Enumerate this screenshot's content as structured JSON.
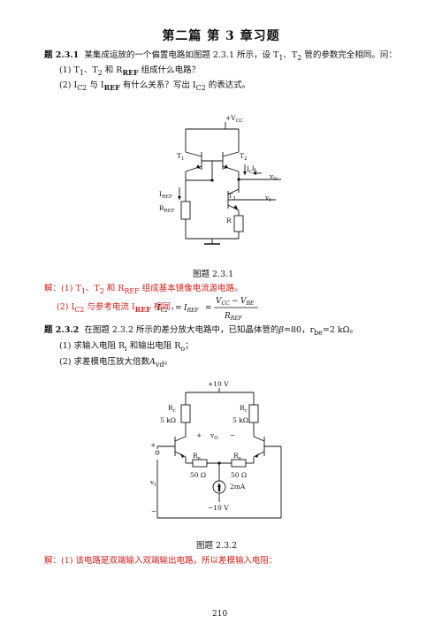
{
  "title": "第二篇   第 3 章习题",
  "p231": {
    "num": "题 2.3.1",
    "stem": "某集成运放的一个偏置电路如图题 2.3.1 所示，设 T",
    "stem2": "、T",
    "stem3": " 管的参数完全相同。问：",
    "q1": "(1) T",
    "q1b": "、T",
    "q1c": " 和 R",
    "q1d": " 组成什么电路？",
    "q2": "(2) I",
    "q2b": " 与 I",
    "q2c": " 有什么关系？写出 I",
    "q2d": " 的表达式。",
    "caption": "图题 2.3.1",
    "ans1a": "解：(1)  T",
    "ans1b": "、T",
    "ans1c": " 和 R",
    "ans1d": " 组成基本镜像电流源电路。",
    "ans2a": "(2) I",
    "ans2b": " 与参考电流 I",
    "ans2c": " 相同，",
    "sub1": "1",
    "sub2": "2",
    "subREF": "REF",
    "subC2": "C2"
  },
  "circuit1": {
    "vcc": "+V",
    "vcc_sub": "CC",
    "t1": "T",
    "t1_sub": "1",
    "t2": "T",
    "t2_sub": "2",
    "t3": "T",
    "t3_sub": "3",
    "ic2": "I",
    "ic2_sub": "C2",
    "il": "i",
    "il_sub": "L",
    "vo": "v",
    "vo_sub": "O",
    "vi": "v",
    "vi_sub": "I",
    "iref": "I",
    "iref_sub": "REF",
    "rref": "R",
    "rref_sub": "REF",
    "r": "R"
  },
  "formula": {
    "lhs": "I",
    "lhs_sub": "C2",
    "eq1": "=",
    "mid": "I",
    "mid_sub": "REF",
    "eq2": "=",
    "num1": "V",
    "num1_sub": "CC",
    "minus": "−",
    "num2": "V",
    "num2_sub": "BE",
    "den": "R",
    "den_sub": "REF"
  },
  "p232": {
    "num": "题 2.3.2",
    "stem": "在图题 2.3.2 所示的差分放大电路中，已知晶体管的",
    "beta": "β",
    "stem2": "=80，r",
    "rbe_sub": "be",
    "stem3": "=2 kΩ。",
    "q1": "(1)  求输入电阻 R",
    "q1_sub": "i",
    "q1b": " 和输出电阻 R",
    "q1_sub2": "o",
    "q1c": "；",
    "q2": "(2)  求差模电压放大倍数",
    "q2_sym": "A",
    "q2_sub": "vd",
    "q2c": "。",
    "caption": "图题  2.3.2",
    "ans1": "解：(1)  该电路是双端输入双端输出电路，所以差模输入电阻："
  },
  "circuit2": {
    "vplus": "+10 V",
    "rc_l": "R",
    "rc_l_sub": "c",
    "rc_l_val": "5 kΩ",
    "rc_r": "R",
    "rc_r_sub": "c",
    "rc_r_val": "5 kΩ",
    "plus": "+",
    "minus": "−",
    "vo": "v",
    "vo_sub": "O",
    "re_l": "R",
    "re_l_sub": "e",
    "re_l_val": "50 Ω",
    "re_r": "R",
    "re_r_sub": "e",
    "re_r_val": "50 Ω",
    "isrc": "2mA",
    "vin_plus": "+",
    "vin": "v",
    "vin_sub": "I",
    "vin_minus": "−",
    "vminus": "−10 V"
  },
  "page_number": "210"
}
